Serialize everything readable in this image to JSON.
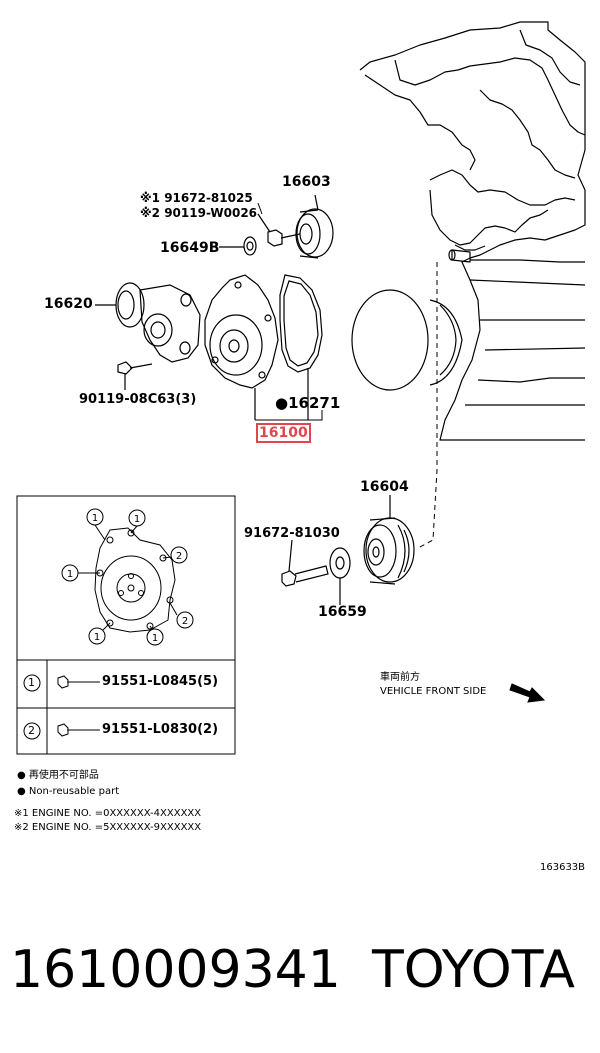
{
  "labels": {
    "note1_part": "※1 91672-81025",
    "note2_part": "※2 90119-W0026",
    "p16603": "16603",
    "p16649b": "16649B",
    "p16620": "16620",
    "p90119": "90119-08C63(3)",
    "p16271": "●16271",
    "p16100": "16100",
    "p16604": "16604",
    "p91672": "91672-81030",
    "p16659": "16659",
    "front_jp": "車両前方",
    "front_en": "VEHICLE FRONT SIDE"
  },
  "table": {
    "rows": [
      {
        "num": "1",
        "part": "91551-L0845(5)"
      },
      {
        "num": "2",
        "part": "91551-L0830(2)"
      }
    ]
  },
  "legend": {
    "nonreuse_jp": "● 再使用不可部品",
    "nonreuse_en": "● Non-reusable part",
    "engine1": "※1 ENGINE NO. =0XXXXXX-4XXXXXX",
    "engine2": "※2 ENGINE NO. =5XXXXXX-9XXXXXX"
  },
  "diagram_code": "163633B",
  "footer": {
    "part_number": "1610009341",
    "brand": "TOYOTA"
  },
  "colors": {
    "highlight": "#e0474c",
    "line": "#000000"
  }
}
